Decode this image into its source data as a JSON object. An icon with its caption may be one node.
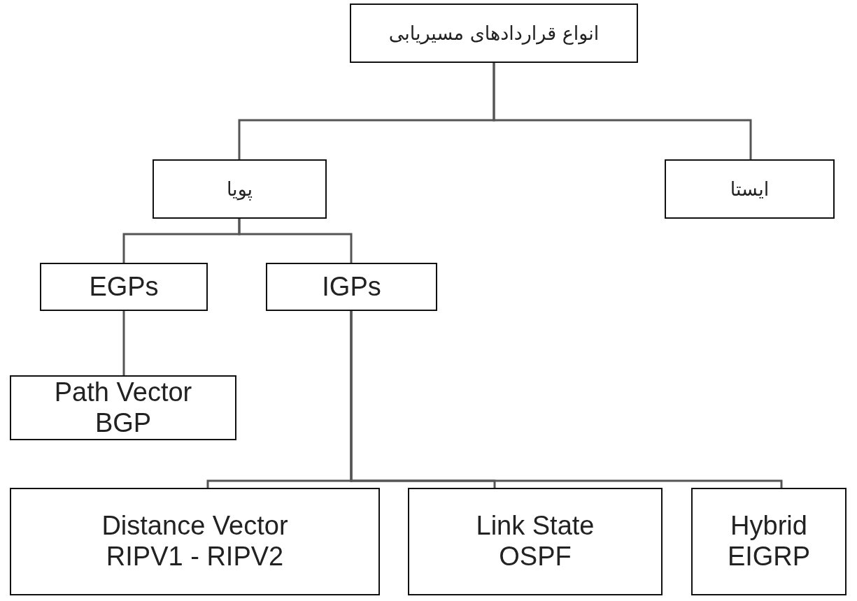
{
  "diagram": {
    "nodes": [
      {
        "text": [
          "انواع قراردادهای مسیریابی"
        ]
      },
      {
        "text": [
          "پویا"
        ]
      },
      {
        "text": [
          "ایستا"
        ]
      },
      {
        "text": [
          "EGPs"
        ]
      },
      {
        "text": [
          "IGPs"
        ]
      },
      {
        "text": [
          "Path Vector BGP"
        ]
      },
      {
        "text": [
          "Distance Vector RIPV1 - RIPV2"
        ]
      },
      {
        "text": [
          "Link State OSPF"
        ]
      },
      {
        "text": [
          "Hybrid EIGRP"
        ]
      }
    ],
    "edges": [
      {
        "from": 0,
        "to": 1,
        "arrow": "none"
      },
      {
        "from": 0,
        "to": 2,
        "arrow": "none"
      },
      {
        "from": 1,
        "to": 3,
        "arrow": "none"
      },
      {
        "from": 1,
        "to": 4,
        "arrow": "none"
      },
      {
        "from": 3,
        "to": 5,
        "arrow": "none"
      },
      {
        "from": 4,
        "to": 6,
        "arrow": "none"
      },
      {
        "from": 4,
        "to": 7,
        "arrow": "none"
      },
      {
        "from": 4,
        "to": 8,
        "arrow": "none"
      }
    ]
  }
}
